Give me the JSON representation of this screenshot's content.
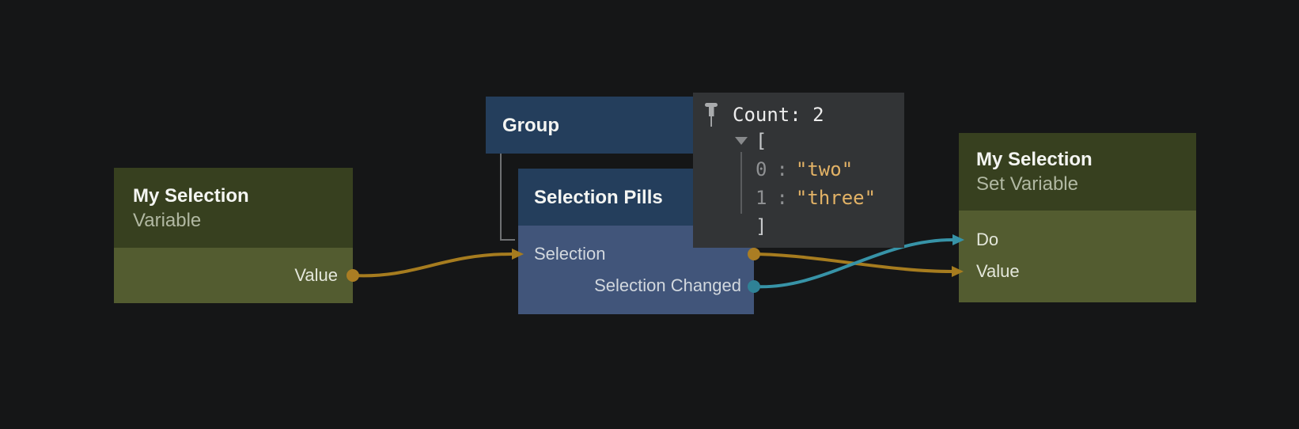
{
  "editor": {
    "type": "node-graph-canvas",
    "background": "#151617"
  },
  "nodes": {
    "variable_node": {
      "title": "My Selection",
      "subtitle": "Variable",
      "ports": [
        {
          "label": "Value",
          "direction": "output",
          "color": "#AA7D23"
        }
      ]
    },
    "group_node": {
      "title": "Group"
    },
    "selection_pills_node": {
      "title": "Selection Pills",
      "ports": [
        {
          "label": "Selection",
          "direction": "input-output",
          "color": "#AA7D23"
        },
        {
          "label": "Selection Changed",
          "direction": "output",
          "color": "#2F8296"
        }
      ]
    },
    "set_variable_node": {
      "title": "My Selection",
      "subtitle": "Set Variable",
      "ports": [
        {
          "label": "Do",
          "direction": "input",
          "color": "#3793A7"
        },
        {
          "label": "Value",
          "direction": "input",
          "color": "#A67C1F"
        }
      ]
    }
  },
  "connections": [
    {
      "from": "My Selection.Value",
      "to": "Selection Pills.Selection",
      "color": "#A67C1F"
    },
    {
      "from": "Selection Pills.Selection",
      "to": "My Selection (Set Variable).Value",
      "color": "#A67C1F"
    },
    {
      "from": "Selection Pills.Selection Changed",
      "to": "My Selection (Set Variable).Do",
      "color": "#3793A7"
    }
  ],
  "tooltip": {
    "pinned": true,
    "count_label": "Count: 2",
    "array": {
      "open": "[",
      "close": "]",
      "items": [
        {
          "index": "0",
          "sep": ":",
          "value": "\"two\""
        },
        {
          "index": "1",
          "sep": ":",
          "value": "\"three\""
        }
      ]
    }
  },
  "colors": {
    "background": "#151617",
    "olive_header": "#37401F",
    "olive_body": "#535C30",
    "blue_header": "#243E5C",
    "blue_body": "#41557A",
    "wire_orange": "#A67C1F",
    "wire_teal": "#3793A7",
    "dot_orange": "#AA7D23",
    "dot_teal": "#2F8296",
    "group_child_link": "#6F7173",
    "tooltip_bg": "#323436",
    "tooltip_text": "#EDEDED",
    "tooltip_muted": "#8E9092",
    "tooltip_bracket": "#C6C8CA",
    "tooltip_string": "#E2B266"
  }
}
